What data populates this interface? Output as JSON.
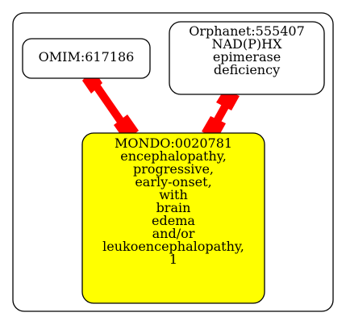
{
  "colors": {
    "background": "#ffffff",
    "stroke": "#000000",
    "mondo_fill": "#ffff00",
    "edge": "#ff0000"
  },
  "nodes": {
    "omim": {
      "lines": [
        "OMIM:617186"
      ]
    },
    "orphanet": {
      "lines": [
        "Orphanet:555407",
        "NAD(P)HX",
        "epimerase",
        "deficiency"
      ]
    },
    "mondo": {
      "lines": [
        "MONDO:0020781",
        "encephalopathy,",
        "progressive,",
        "early-onset,",
        "with",
        "brain",
        "edema",
        "and/or",
        "leukoencephalopathy,",
        "1"
      ]
    }
  },
  "edges": [
    {
      "from": "omim",
      "to": "mondo"
    },
    {
      "from": "orphanet",
      "to": "mondo"
    }
  ]
}
